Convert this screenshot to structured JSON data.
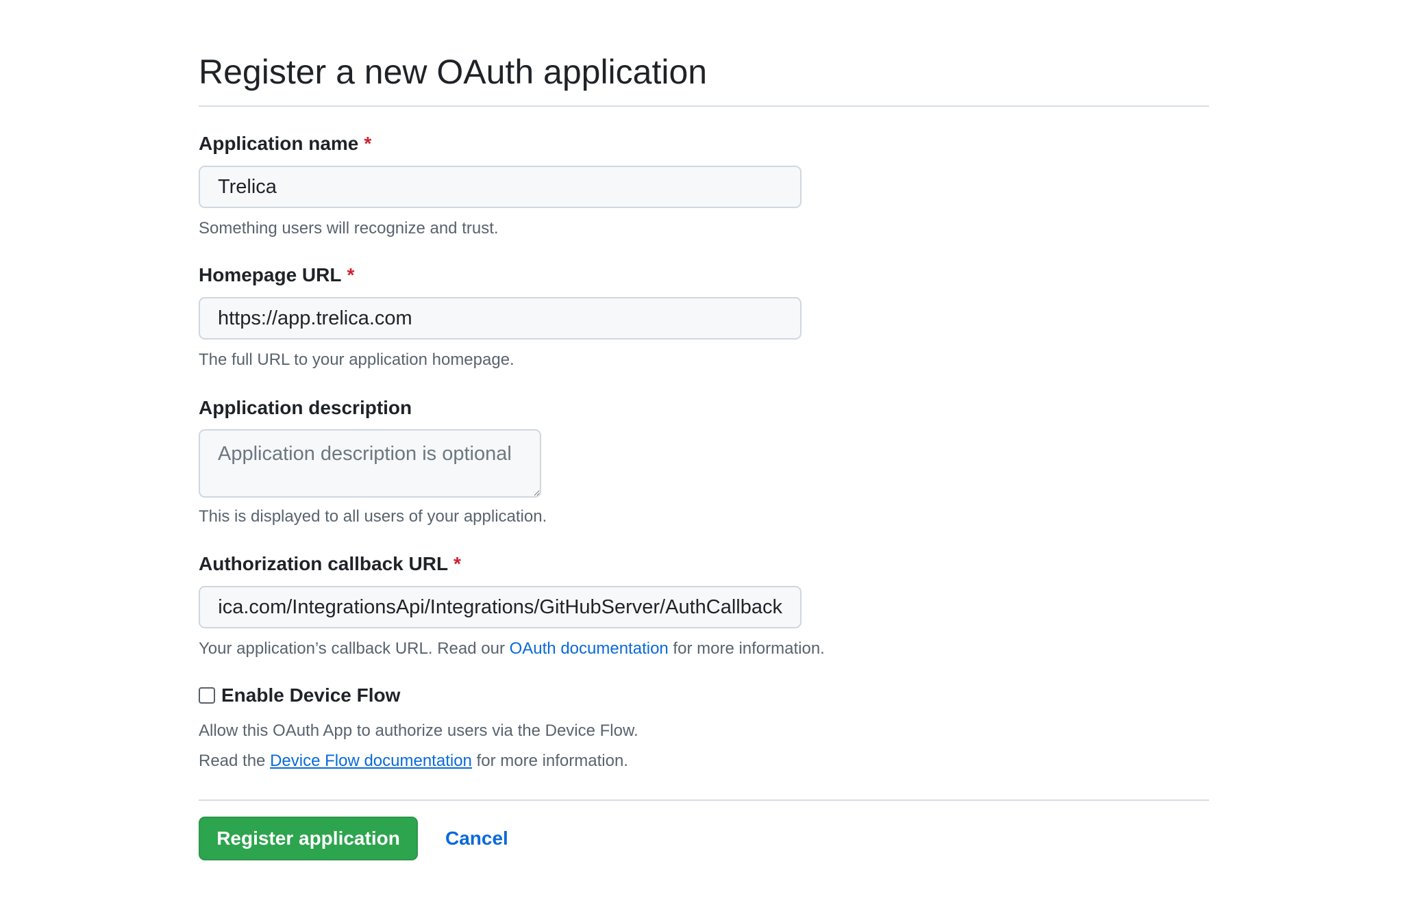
{
  "page": {
    "title": "Register a new OAuth application"
  },
  "form": {
    "app_name": {
      "label": "Application name",
      "required_mark": "*",
      "value": "Trelica",
      "help": "Something users will recognize and trust."
    },
    "homepage_url": {
      "label": "Homepage URL",
      "required_mark": "*",
      "value": "https://app.trelica.com",
      "help": "The full URL to your application homepage."
    },
    "description": {
      "label": "Application description",
      "placeholder": "Application description is optional",
      "value": "",
      "help": "This is displayed to all users of your application."
    },
    "callback_url": {
      "label": "Authorization callback URL",
      "required_mark": "*",
      "visible_value": "relica.com/IntegrationsApi/Integrations/GitHubServer/AuthCallback",
      "help_prefix": "Your application’s callback URL. Read our ",
      "help_link": "OAuth documentation",
      "help_suffix": " for more information."
    },
    "device_flow": {
      "label": "Enable Device Flow",
      "checked": false,
      "help_line1": "Allow this OAuth App to authorize users via the Device Flow.",
      "help_line2_prefix": "Read the ",
      "help_line2_link": "Device Flow documentation",
      "help_line2_suffix": " for more information."
    }
  },
  "actions": {
    "register_label": "Register application",
    "cancel_label": "Cancel"
  },
  "colors": {
    "primary_green": "#2da44e",
    "link_blue": "#0969da",
    "required_red": "#cf222e"
  }
}
